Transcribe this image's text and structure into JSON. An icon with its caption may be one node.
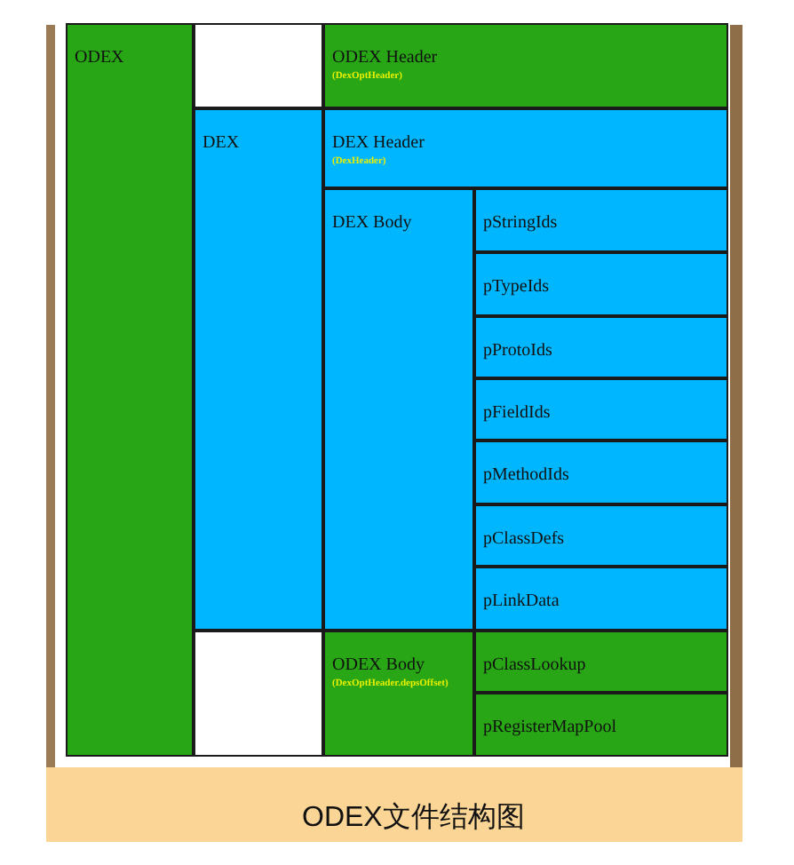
{
  "diagram": {
    "caption": "ODEX文件结构图",
    "nodes": [
      {
        "text": [
          "ODEX"
        ]
      },
      {
        "text": [],
        "shape": "box"
      },
      {
        "text": [
          "ODEX Header",
          "(DexOptHeader)"
        ]
      },
      {
        "text": [
          "DEX"
        ]
      },
      {
        "text": [
          "DEX Header",
          "(DexHeader)"
        ]
      },
      {
        "text": [
          "DEX Body"
        ]
      },
      {
        "text": [
          "pStringIds"
        ]
      },
      {
        "text": [
          "pTypeIds"
        ]
      },
      {
        "text": [
          "pProtoIds"
        ]
      },
      {
        "text": [
          "pFieldIds"
        ]
      },
      {
        "text": [
          "pMethodIds"
        ]
      },
      {
        "text": [
          "pClassDefs"
        ]
      },
      {
        "text": [
          "pLinkData"
        ]
      },
      {
        "text": [],
        "shape": "box"
      },
      {
        "text": [
          "ODEX Body",
          "(DexOptHeader.depsOffset)"
        ]
      },
      {
        "text": [
          "pClassLookup"
        ]
      },
      {
        "text": [
          "pRegisterMapPool"
        ]
      }
    ]
  }
}
